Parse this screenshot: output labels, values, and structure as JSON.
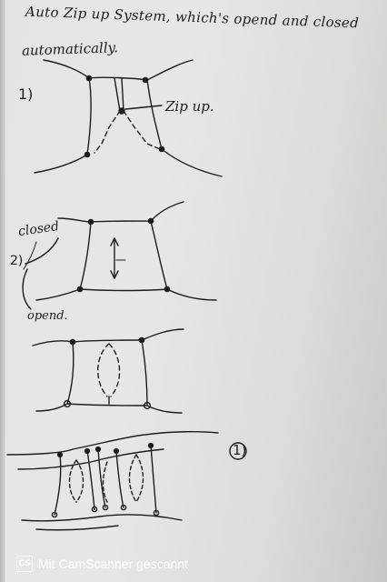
{
  "notes": {
    "title_line1": "Auto Zip up System, which's opend and closed",
    "title_line2": "automatically.",
    "label_1_first": "1)",
    "label_zipup": "Zip up.",
    "label_closed": "closed",
    "label_2": "2)",
    "label_open": "opend.",
    "label_1_second": "1)"
  },
  "footer": {
    "logo_text": "CS",
    "text": "Mit CamScanner gescannt",
    "logo_icon": "camscanner-logo-icon"
  },
  "colors": {
    "ink": "#1d1d1f",
    "paper": "#e6e4e1",
    "footer_text": "#ffffff"
  }
}
